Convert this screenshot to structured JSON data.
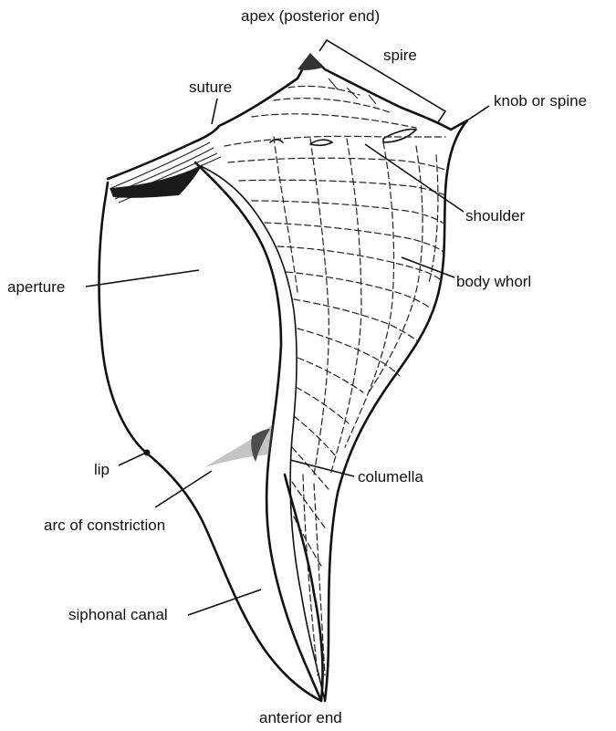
{
  "labels": {
    "apex": "apex  (posterior end)",
    "spire": "spire",
    "suture": "suture",
    "knob": "knob or spine",
    "shoulder": "shoulder",
    "aperture": "aperture",
    "body_whorl": "body whorl",
    "lip": "lip",
    "columella": "columella",
    "arc_of_constriction": "arc of constriction",
    "siphonal_canal": "siphonal canal",
    "anterior_end": "anterior end"
  }
}
